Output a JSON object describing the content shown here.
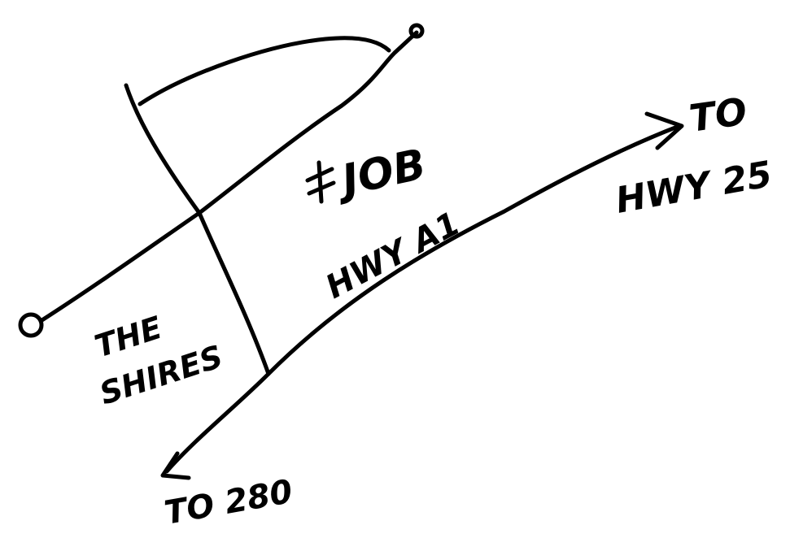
{
  "labels": {
    "job": "JOB",
    "highway": "HWY A1",
    "to_top": "TO",
    "to_top_route": "HWY 25",
    "the": "THE",
    "shires": "SHIRES",
    "to_bottom": "TO 280"
  },
  "colors": {
    "ink": "#000000",
    "paper": "#ffffff"
  }
}
